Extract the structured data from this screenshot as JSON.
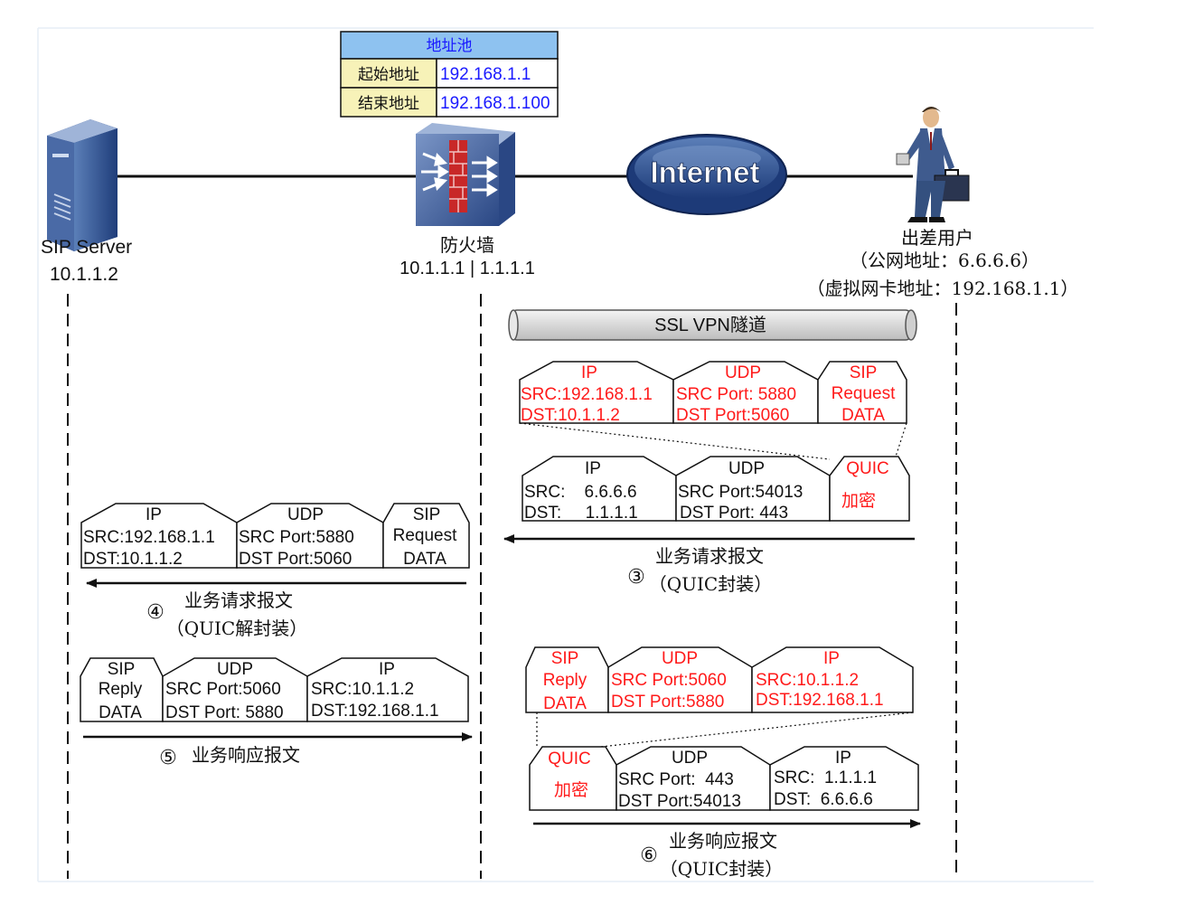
{
  "colors": {
    "black": "#111111",
    "red": "#ff1a1a",
    "blue_text": "#1a1aff",
    "pool_header_bg": "#8ec2f0",
    "pool_cell_bg": "#f7f2b8",
    "tunnel_bg": "#dcdcdc"
  },
  "address_pool": {
    "title": "地址池",
    "rows": [
      {
        "label": "起始地址",
        "value": "192.168.1.1"
      },
      {
        "label": "结束地址",
        "value": "192.168.1.100"
      }
    ]
  },
  "nodes": {
    "sip_server": {
      "name": "SIP Server",
      "ip": "10.1.1.2",
      "icon": "server-icon"
    },
    "firewall": {
      "name": "防火墙",
      "ip": "10.1.1.1 | 1.1.1.1",
      "icon": "firewall-icon"
    },
    "internet": {
      "name": "Internet",
      "icon": "cloud-icon"
    },
    "user": {
      "name": "出差用户",
      "public_ip": "（公网地址：6.6.6.6）",
      "virtual_ip": "（虚拟网卡地址：192.168.1.1）",
      "icon": "business-traveler-icon"
    }
  },
  "tunnel": {
    "label": "SSL VPN隧道"
  },
  "packets": {
    "p3_inner": {
      "ip": {
        "head": "IP",
        "l1": "SRC:192.168.1.1",
        "l2": "DST:10.1.1.2"
      },
      "udp": {
        "head": "UDP",
        "l1": "SRC Port: 5880",
        "l2": "DST Port:5060"
      },
      "sip": {
        "head": "SIP",
        "l1": "Request",
        "l2": "DATA"
      }
    },
    "p3_outer": {
      "ip": {
        "head": "IP",
        "l1": "SRC:    6.6.6.6",
        "l2": "DST:     1.1.1.1"
      },
      "udp": {
        "head": "UDP",
        "l1": "SRC Port:54013",
        "l2": "DST Port: 443"
      },
      "quic": {
        "head": "QUIC",
        "l1": "加密"
      }
    },
    "p4": {
      "ip": {
        "head": "IP",
        "l1": "SRC:192.168.1.1",
        "l2": "DST:10.1.1.2"
      },
      "udp": {
        "head": "UDP",
        "l1": "SRC Port:5880",
        "l2": "DST Port:5060"
      },
      "sip": {
        "head": "SIP",
        "l1": "Request",
        "l2": "DATA"
      }
    },
    "p5": {
      "sip": {
        "head": "SIP",
        "l1": "Reply",
        "l2": "DATA"
      },
      "udp": {
        "head": "UDP",
        "l1": "SRC Port:5060",
        "l2": "DST Port: 5880"
      },
      "ip": {
        "head": "IP",
        "l1": "SRC:10.1.1.2",
        "l2": "DST:192.168.1.1"
      }
    },
    "p6_inner": {
      "sip": {
        "head": "SIP",
        "l1": "Reply",
        "l2": "DATA"
      },
      "udp": {
        "head": "UDP",
        "l1": "SRC Port:5060",
        "l2": "DST Port:5880"
      },
      "ip": {
        "head": "IP",
        "l1": "SRC:10.1.1.2",
        "l2": "DST:192.168.1.1"
      }
    },
    "p6_outer": {
      "quic": {
        "head": "QUIC",
        "l1": "加密"
      },
      "udp": {
        "head": "UDP",
        "l1": "SRC Port:  443",
        "l2": "DST Port:54013"
      },
      "ip": {
        "head": "IP",
        "l1": "SRC:  1.1.1.1",
        "l2": "DST:  6.6.6.6"
      }
    }
  },
  "steps": {
    "s3": {
      "num": "③",
      "line1": "业务请求报文",
      "line2": "（QUIC封装）"
    },
    "s4": {
      "num": "④",
      "line1": "业务请求报文",
      "line2": "（QUIC解封装）"
    },
    "s5": {
      "num": "⑤",
      "line1": "业务响应报文"
    },
    "s6": {
      "num": "⑥",
      "line1": "业务响应报文",
      "line2": "（QUIC封装）"
    }
  }
}
